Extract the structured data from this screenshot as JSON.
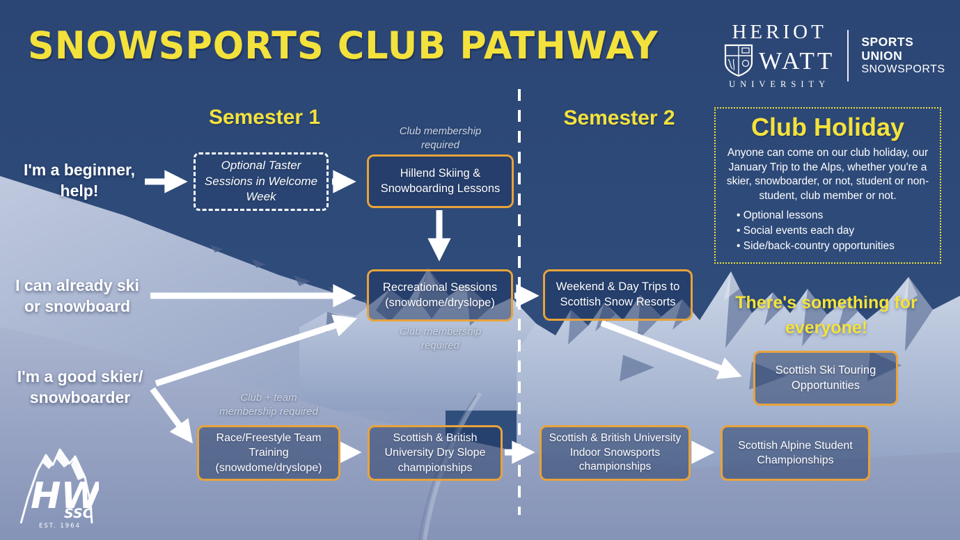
{
  "title": "SNOWSPORTS CLUB PATHWAY",
  "university_logo": {
    "name1": "HERIOT",
    "name2": "WATT",
    "name3": "UNIVERSITY",
    "dept1": "SPORTS",
    "dept2": "UNION",
    "dept3": "SNOWSPORTS"
  },
  "semesters": {
    "s1": "Semester 1",
    "s2": "Semester 2"
  },
  "entry_points": {
    "beginner": "I'm a beginner,\nhelp!",
    "intermediate": "I can already ski\nor snowboard",
    "advanced": "I'm a good skier/\nsnowboarder"
  },
  "notes": {
    "hillend": "Club membership\nrequired",
    "recreational": "Club membership\nrequired",
    "team": "Club + team\nmembership required"
  },
  "boxes": {
    "taster": "Optional Taster\nSessions in Welcome\nWeek",
    "hillend": "Hillend Skiing &\nSnowboarding Lessons",
    "recreational": "Recreational Sessions\n(snowdome/dryslope)",
    "weekend_trips": "Weekend & Day Trips to\nScottish Snow Resorts",
    "ski_touring": "Scottish Ski Touring\nOpportunities",
    "race_training": "Race/Freestyle Team\nTraining\n(snowdome/dryslope)",
    "dry_slope": "Scottish & British\nUniversity Dry Slope\nchampionships",
    "indoor": "Scottish & British University\nIndoor Snowsports\nchampionships",
    "alpine": "Scottish Alpine Student\nChampionships"
  },
  "club_holiday": {
    "title": "Club Holiday",
    "body": "Anyone can come on our club holiday, our January Trip to the Alps, whether you're a skier, snowboarder, or not, student or non-student, club member or not.",
    "bullets": [
      "Optional lessons",
      "Social events each day",
      "Side/back-country opportunities"
    ]
  },
  "tagline": "There's something for\neveryone!",
  "club_logo": {
    "initials": "HW",
    "suffix": "SSC",
    "established": "EST. 1964"
  },
  "colors": {
    "accent_yellow": "#F4E23C",
    "accent_orange": "#E8A33B",
    "background_navy": "#2D4A7B"
  }
}
